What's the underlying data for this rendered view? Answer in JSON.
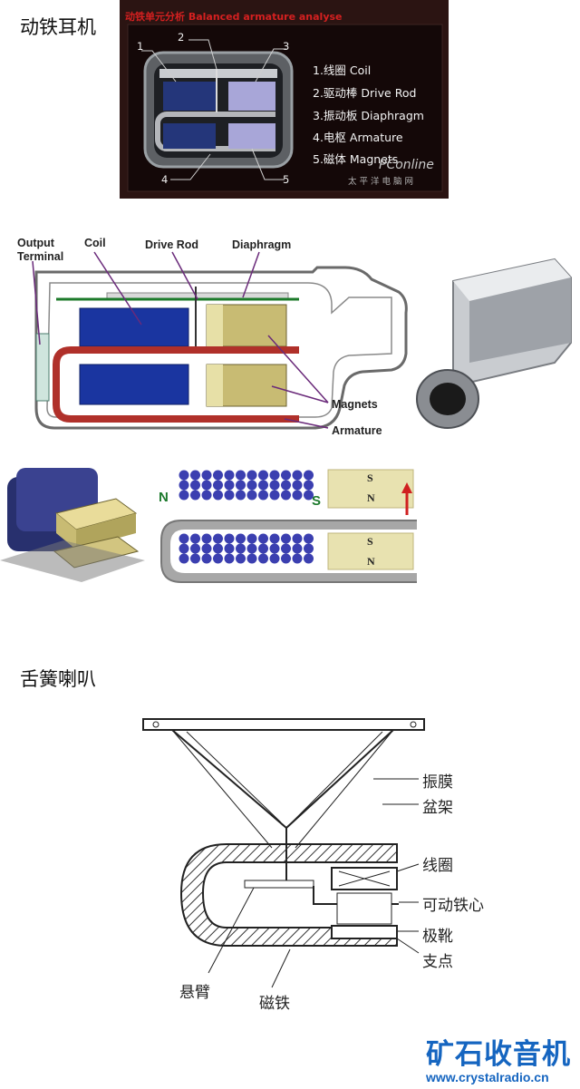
{
  "section1": {
    "title": "动铁耳机",
    "panel_title": "动铁单元分析 Balanced armature analyse",
    "callout_numbers": [
      "1",
      "2",
      "3",
      "4",
      "5"
    ],
    "legend": [
      "1.线圈 Coil",
      "2.驱动棒 Drive Rod",
      "3.振动板 Diaphragm",
      "4.电枢 Armature",
      "5.磁体 Magnets"
    ],
    "watermark": "PConline",
    "watermark_cn": "太平洋电脑网"
  },
  "section2": {
    "labels": {
      "output_terminal": "Output\nTerminal",
      "coil": "Coil",
      "drive_rod": "Drive Rod",
      "diaphragm": "Diaphragm",
      "magnets": "Magnets",
      "armature": "Armature"
    },
    "magnet_poles": {
      "n_left": "N",
      "s_left": "S",
      "upper_s": "S",
      "upper_n": "N",
      "lower_s": "S",
      "lower_n": "N"
    }
  },
  "section3": {
    "title": "舌簧喇叭",
    "labels": {
      "diaphragm": "振膜",
      "frame": "盆架",
      "coil": "线圈",
      "moving_core": "可动铁心",
      "pole_shoe": "极靴",
      "pivot": "支点",
      "cantilever": "悬臂",
      "magnet": "磁铁"
    }
  },
  "footer": {
    "brand": "矿石收音机",
    "url": "www.crystalradio.cn",
    "brand_color": "#1565c0"
  }
}
